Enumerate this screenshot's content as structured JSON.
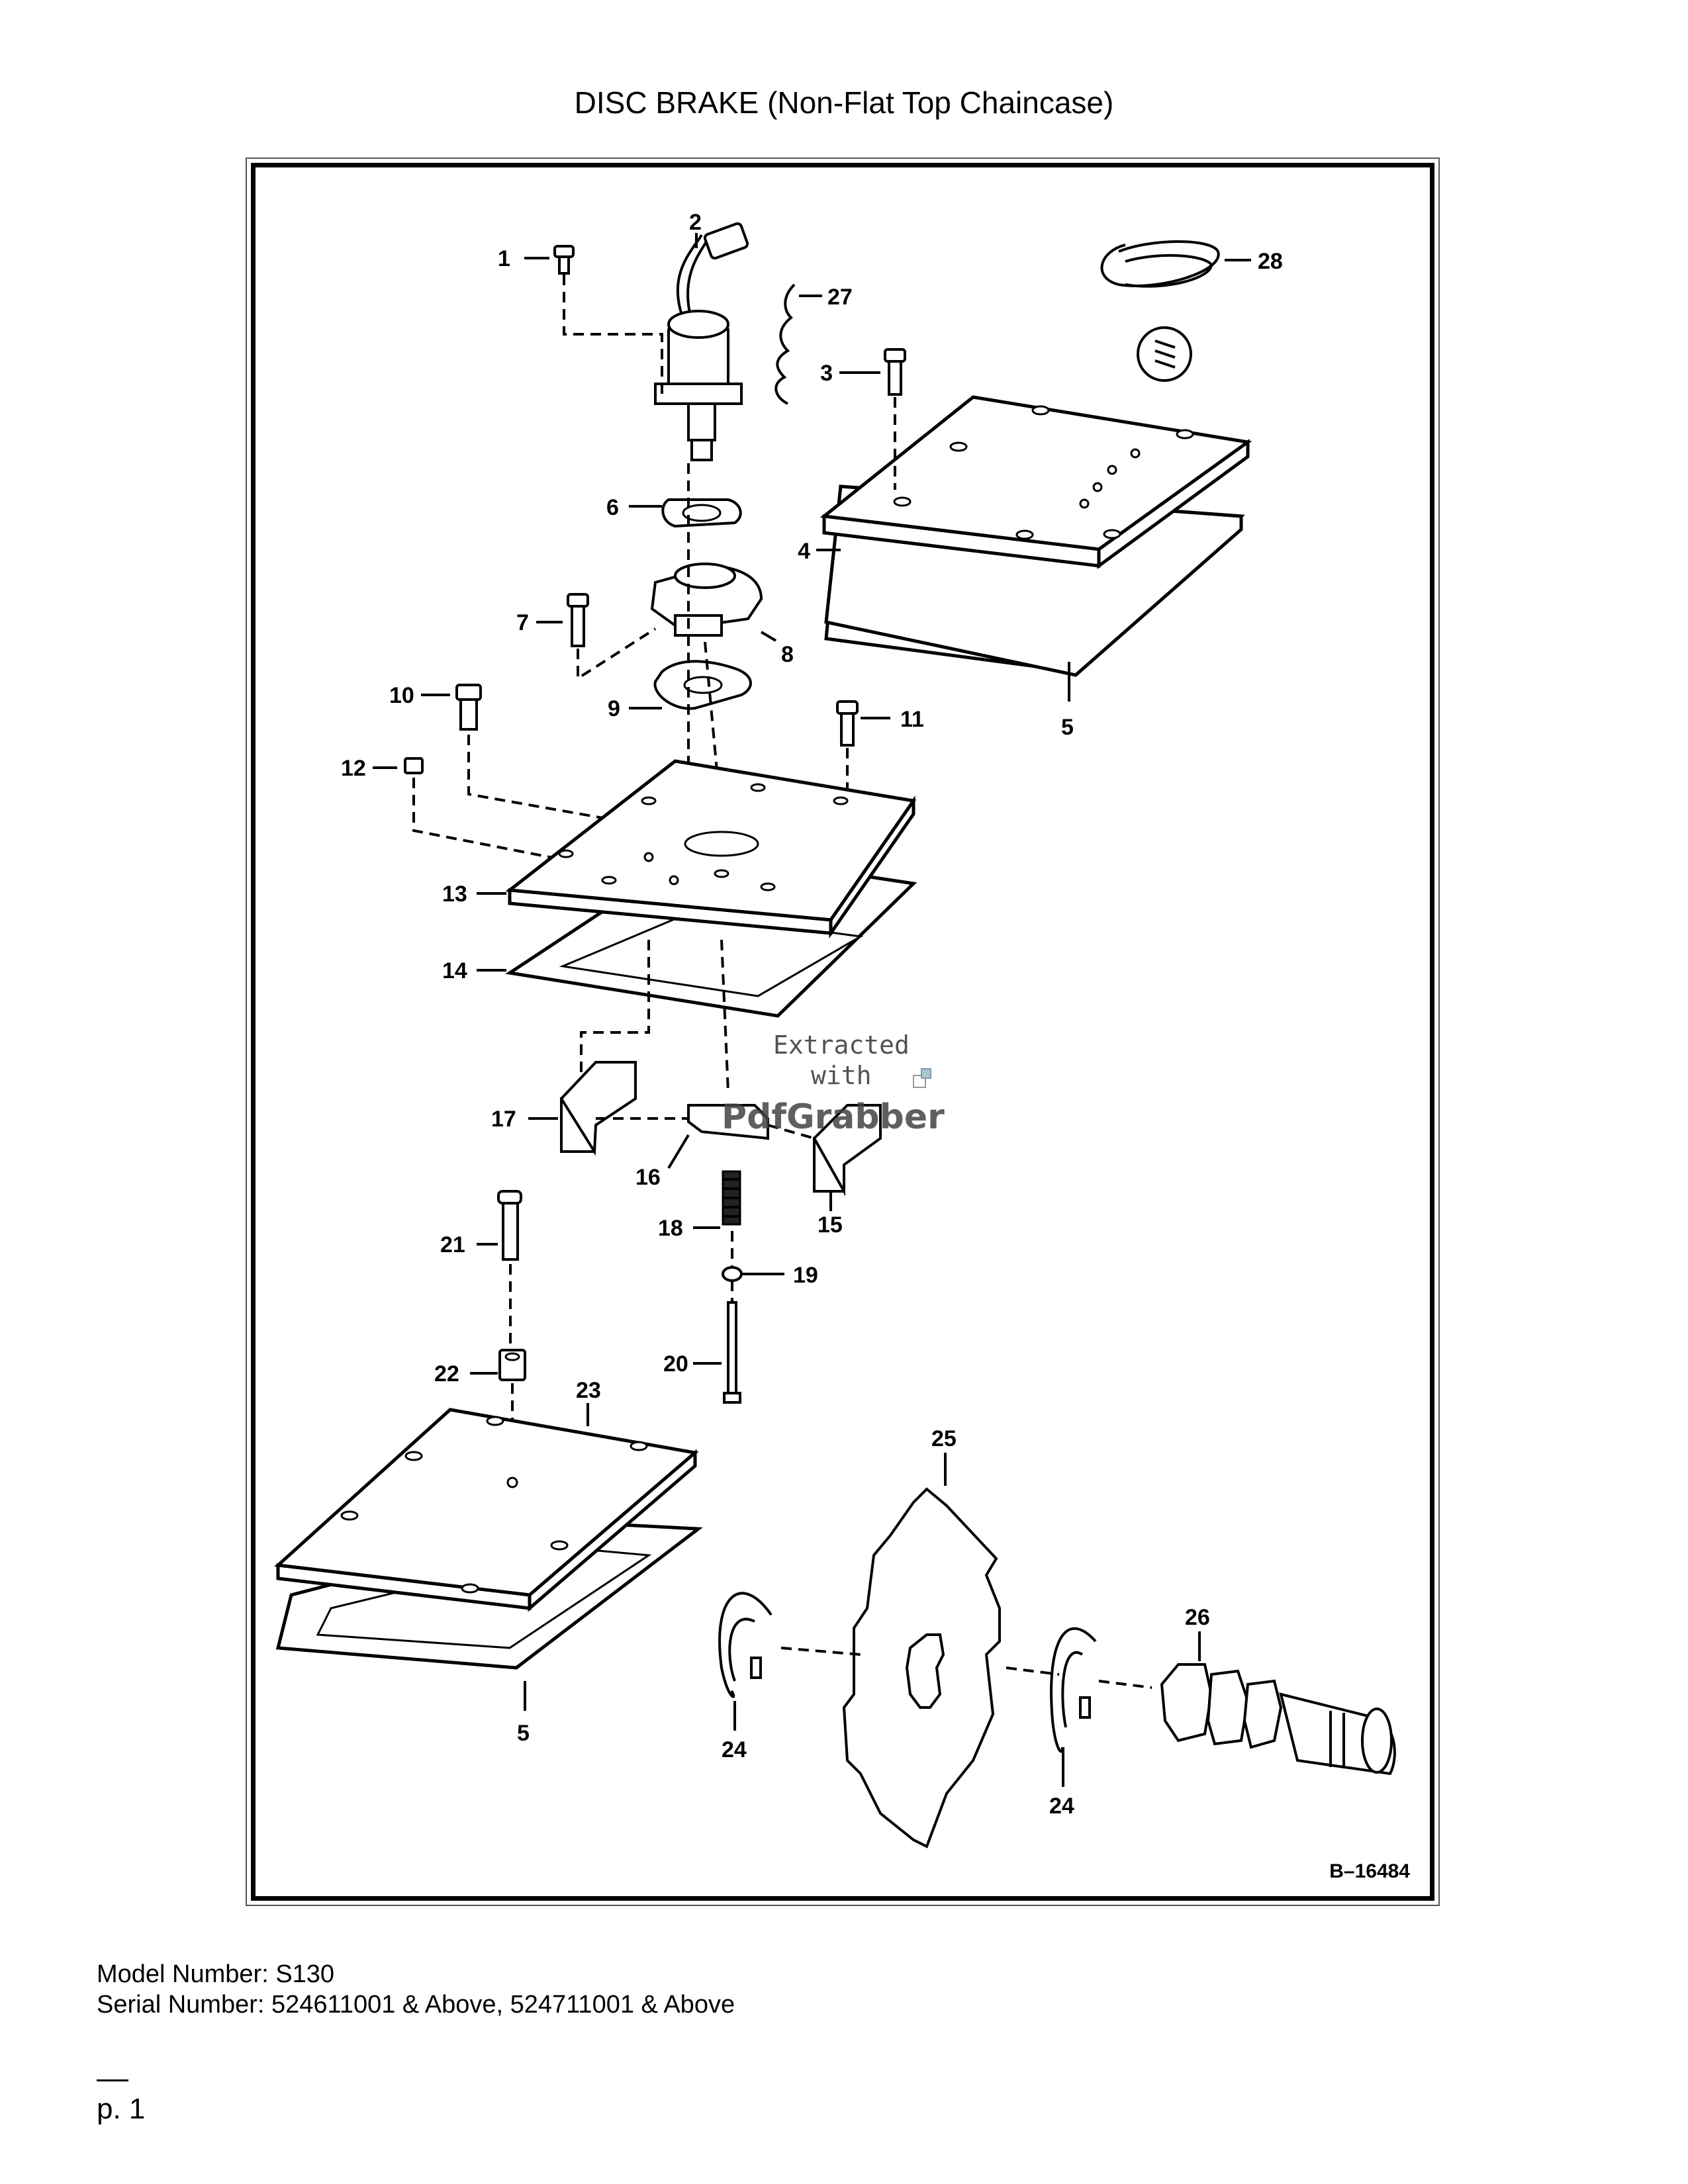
{
  "page": {
    "title": "DISC BRAKE (Non-Flat Top Chaincase)",
    "figure_ref": "B–16484",
    "model": "Model Number: S130",
    "serial": "Serial Number: 524611001 & Above, 524711001 & Above",
    "page_number": "p. 1"
  },
  "watermark": {
    "line1": "Extracted",
    "line2": "with",
    "brand": "PdfGrabber"
  },
  "callouts": [
    "1",
    "2",
    "3",
    "4",
    "5",
    "6",
    "7",
    "8",
    "9",
    "10",
    "11",
    "12",
    "13",
    "14",
    "15",
    "16",
    "17",
    "18",
    "19",
    "20",
    "21",
    "22",
    "23",
    "24",
    "25",
    "26",
    "27",
    "28"
  ]
}
